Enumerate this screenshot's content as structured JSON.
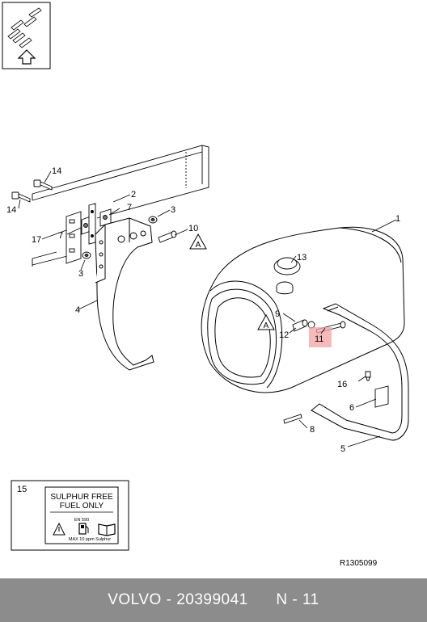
{
  "callouts": {
    "c1": "1",
    "c2": "2",
    "c3a": "3",
    "c3b": "3",
    "c4": "4",
    "c5": "5",
    "c6": "6",
    "c7a": "7",
    "c7b": "7",
    "c8": "8",
    "c9": "9",
    "c10": "10",
    "c11": "11",
    "c12": "12",
    "c13": "13",
    "c14a": "14",
    "c14b": "14",
    "c15": "15",
    "c16": "16",
    "c17": "17"
  },
  "warning_marker": "A",
  "label": {
    "line1": "SULPHUR FREE",
    "line2": "FUEL ONLY",
    "standard": "EN 590",
    "max_text": "MAX 10 ppm Sulphur"
  },
  "ref_code": "R1305099",
  "footer": {
    "brand": "VOLVO",
    "part_number": "20399041",
    "section": "N - 11"
  },
  "colors": {
    "footer_bg": "#8c8c8c",
    "highlight": "#f4a3a3"
  },
  "icons": [
    "orientation-icon",
    "warning-triangle-icon",
    "fuel-pump-icon",
    "manual-book-icon"
  ]
}
